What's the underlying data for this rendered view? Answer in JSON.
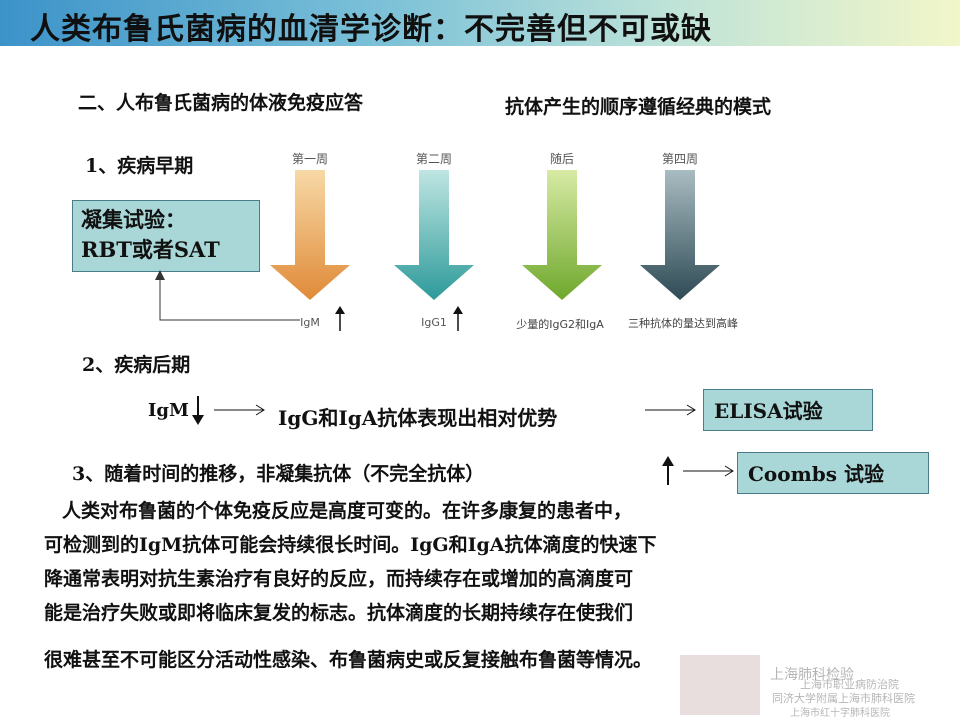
{
  "title": "人类布鲁氏菌病的血清学诊断：不完善但不可或缺",
  "section2_heading": "二、人布鲁氏菌病的体液免疫应答",
  "section2_subheading": "抗体产生的顺序遵循经典的模式",
  "stage1_label": "1、疾病早期",
  "agglutination_box": {
    "line1": "凝集试验：",
    "line2": "RBT或者SAT"
  },
  "timeline": [
    {
      "period": "第一周",
      "antibody": "IgM",
      "color": "#e89a48",
      "color2": "#f3c37a"
    },
    {
      "period": "第二周",
      "antibody": "IgG1",
      "color": "#3aa3a3",
      "color2": "#7cc9c5"
    },
    {
      "period": "随后",
      "antibody": "少量的IgG2和IgA",
      "color": "#7fb23a",
      "color2": "#b4d36a"
    },
    {
      "period": "第四周",
      "antibody": "三种抗体的量达到高峰",
      "color": "#3a5560",
      "color2": "#6a8a92"
    }
  ],
  "stage2_label": "2、疾病后期",
  "igm_label": "IgM",
  "igg_iga_text": "IgG和IgA抗体表现出相对优势",
  "elisa_box": "ELISA试验",
  "stage3_label": "3、随着时间的推移，非凝集抗体（不完全抗体）",
  "coombs_box": "Coombs 试验",
  "paragraph_lines": [
    "人类对布鲁菌的个体免疫反应是高度可变的。在许多康复的患者中，",
    "可检测到的IgM抗体可能会持续很长时间。IgG和IgA抗体滴度的快速下",
    "降通常表明对抗生素治疗有良好的反应，而持续存在或增加的高滴度可",
    "能是治疗失败或即将临床复发的标志。抗体滴度的长期持续存在使我们",
    "很难甚至不可能区分活动性感染、布鲁菌病史或反复接触布鲁菌等情况。"
  ],
  "watermark": {
    "channel": "上海肺科检验",
    "line1": "上海市职业病防治院",
    "line2": "同济大学附属上海市肺科医院",
    "line3": "上海市红十字肺科医院"
  }
}
